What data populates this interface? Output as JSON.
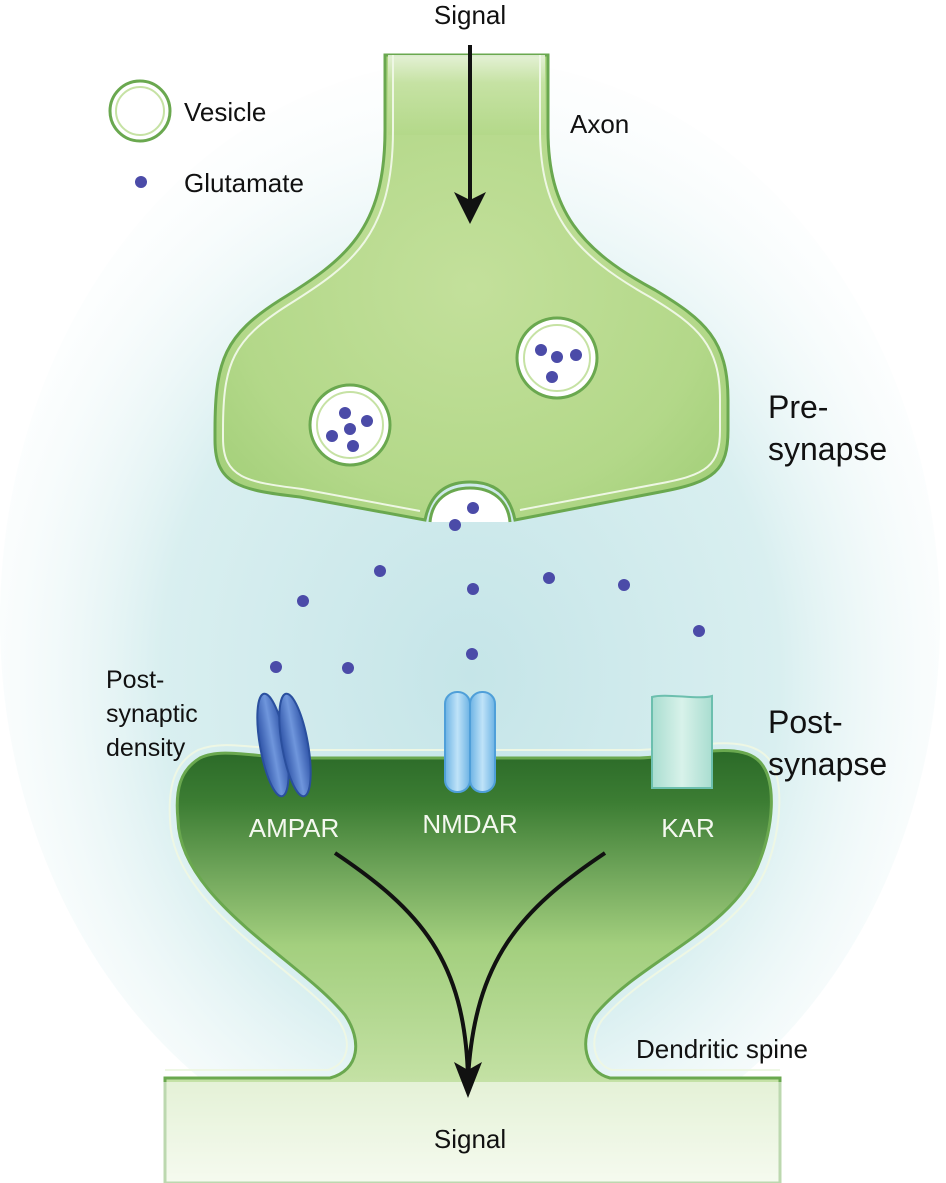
{
  "labels": {
    "signal_top": "Signal",
    "signal_bottom": "Signal",
    "axon": "Axon",
    "presynapse_line1": "Pre-",
    "presynapse_line2": "synapse",
    "postsynapse_line1": "Post-",
    "postsynapse_line2": "synapse",
    "psd_line1": "Post-",
    "psd_line2": "synaptic",
    "psd_line3": "density",
    "dendritic_spine": "Dendritic spine"
  },
  "legend": {
    "vesicle": "Vesicle",
    "glutamate": "Glutamate"
  },
  "receptors": {
    "ampar": "AMPAR",
    "nmdar": "NMDAR",
    "kar": "KAR"
  },
  "colors": {
    "membrane_green": "#a9cf7e",
    "membrane_outline": "#6aa84f",
    "cytoplasm_dark_green": "#2f6b2a",
    "cleft_blue": "#cfe8ea",
    "glutamate": "#4b4ba8",
    "ampar": "#3d63b5",
    "nmdar": "#8ec6ea",
    "kar": "#bfe6dc",
    "arrow": "#111111"
  }
}
